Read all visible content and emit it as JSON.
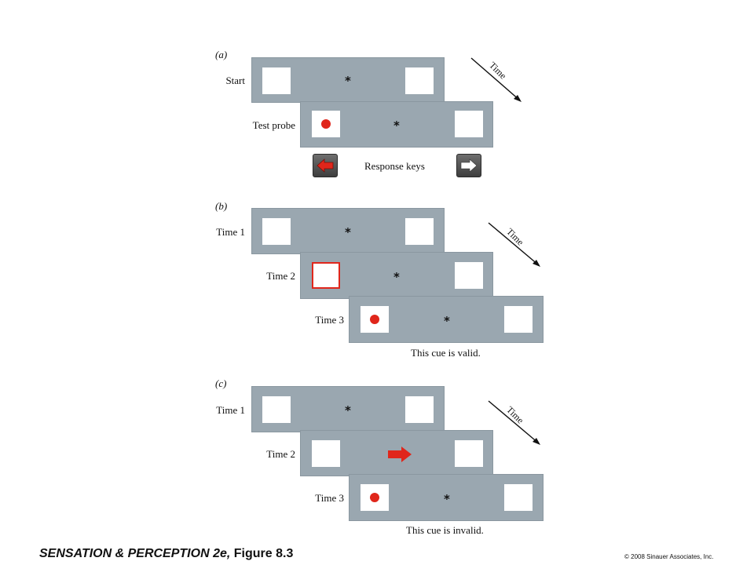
{
  "panels": {
    "a": {
      "label": "(a)",
      "rows": [
        "Start",
        "Test probe"
      ],
      "time_label": "Time",
      "response_keys_label": "Response keys"
    },
    "b": {
      "label": "(b)",
      "rows": [
        "Time 1",
        "Time 2",
        "Time 3"
      ],
      "time_label": "Time",
      "caption": "This cue is valid."
    },
    "c": {
      "label": "(c)",
      "rows": [
        "Time 1",
        "Time 2",
        "Time 3"
      ],
      "time_label": "Time",
      "caption": "This cue is invalid."
    }
  },
  "footer": {
    "title": "SENSATION & PERCEPTION 2e,",
    "figure": "Figure 8.3",
    "copyright": "© 2008 Sinauer Associates, Inc."
  },
  "colors": {
    "screen": "#9aa7b0",
    "cue_red": "#e0261b"
  },
  "icons": [
    "asterisk-fixation",
    "red-dot-target",
    "left-arrow-key-icon",
    "right-arrow-key-icon",
    "red-right-arrow-cue-icon",
    "time-arrow-icon"
  ]
}
